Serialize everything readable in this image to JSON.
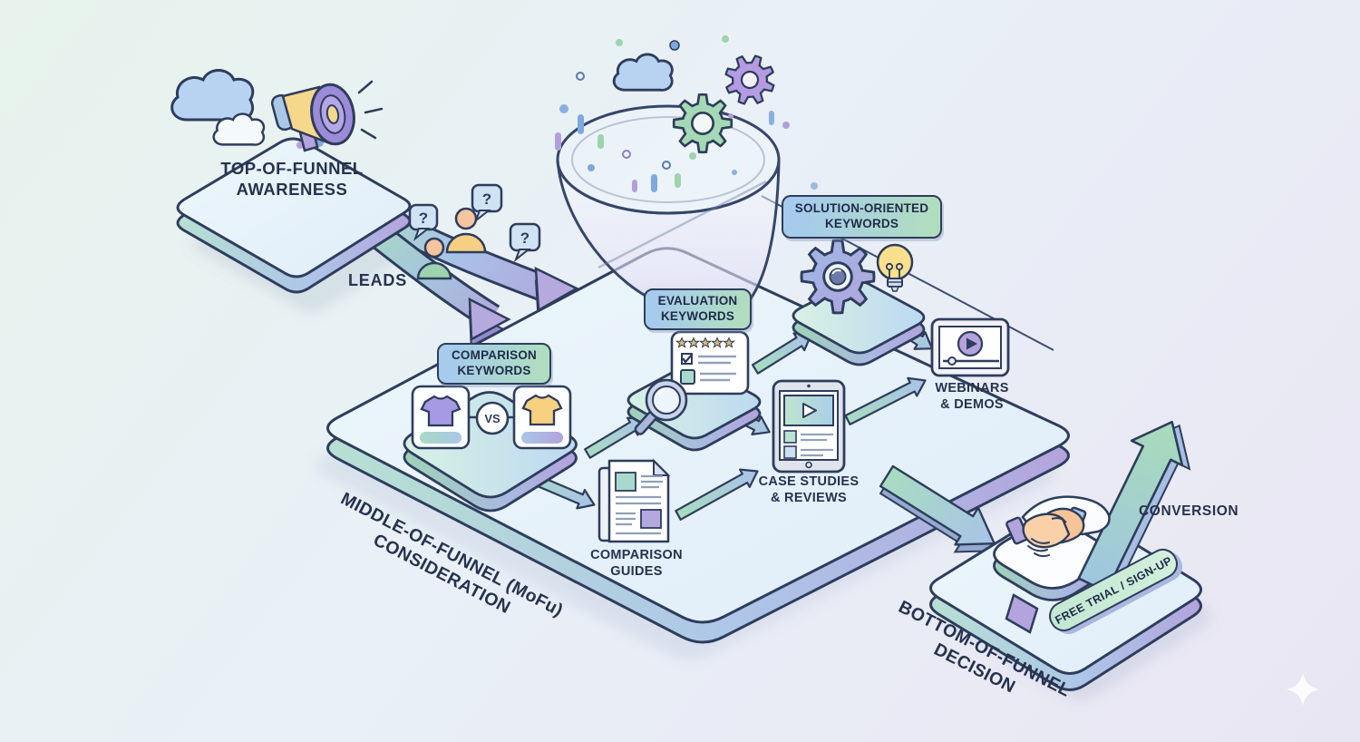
{
  "diagram": {
    "stage_tofu": {
      "line1": "TOP-OF-FUNNEL",
      "line2": "AWARENESS"
    },
    "leads_label": "LEADS",
    "question_mark": "?",
    "stage_mofu": {
      "line1": "MIDDLE-OF-FUNNEL (MoFu)",
      "line2": "CONSIDERATION"
    },
    "stage_bofu": {
      "line1": "BOTTOM-OF-FUNNEL",
      "line2": "DECISION"
    },
    "badges": {
      "comparison": {
        "line1": "COMPARISON",
        "line2": "KEYWORDS"
      },
      "evaluation": {
        "line1": "EVALUATION",
        "line2": "KEYWORDS"
      },
      "solution": {
        "line1": "SOLUTION-ORIENTED",
        "line2": "KEYWORDS"
      }
    },
    "vs_label": "VS",
    "content_items": {
      "comparison_guides": {
        "line1": "COMPARISON",
        "line2": "GUIDES"
      },
      "case_studies": {
        "line1": "CASE STUDIES",
        "line2": "& REVIEWS"
      },
      "webinars": {
        "line1": "WEBINARS",
        "line2": "& DEMOS"
      }
    },
    "conversion_label": "CONVERSION",
    "cta_label": "FREE TRIAL / SIGN-UP",
    "evaluation_card": {
      "stars": 5
    },
    "colors": {
      "outline": "#2e3d5c",
      "badge_gradient_start": "#a6cbec",
      "badge_gradient_end": "#b0ddc0",
      "platform_top": "#eaf4fb",
      "platform_side_green": "#b7e0d2",
      "platform_side_blue": "#aec6e8",
      "platform_side_purple": "#b2a4dc",
      "arrow_green": "#a8dcc0",
      "arrow_blue": "#a9c3e8",
      "arrow_purple": "#b6a9de",
      "conversion_green": "#9ed6b2",
      "cta_fill": "#c9ebd8",
      "accent_yellow": "#f6d78c",
      "accent_peach": "#f7c498",
      "star_gold": "#d9b96e"
    }
  }
}
